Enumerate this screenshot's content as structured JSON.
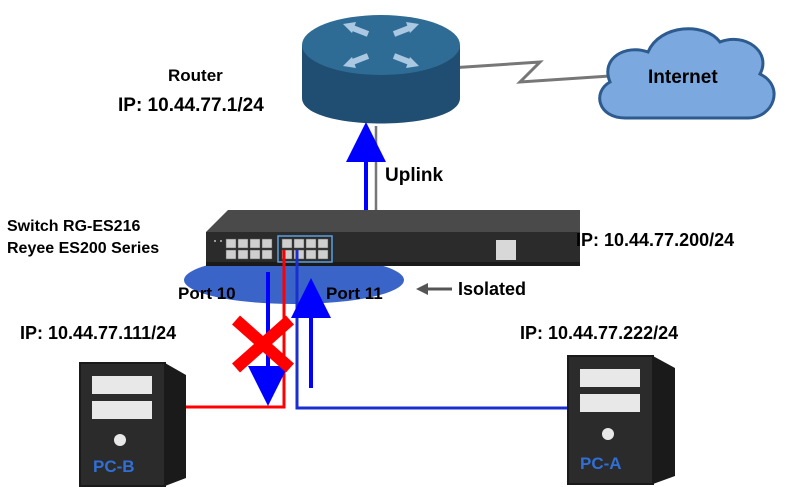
{
  "router": {
    "title": "Router",
    "ip": "IP: 10.44.77.1/24"
  },
  "internet": {
    "label": "Internet"
  },
  "uplink": {
    "label": "Uplink"
  },
  "switch": {
    "model": "Switch RG-ES216",
    "series": "Reyee ES200 Series",
    "ip": "IP: 10.44.77.200/24"
  },
  "ports": {
    "port10": "Port 10",
    "port11": "Port 11",
    "isolated": "Isolated"
  },
  "pc_b": {
    "name": "PC-B",
    "ip": "IP: 10.44.77.111/24"
  },
  "pc_a": {
    "name": "PC-A",
    "ip": "IP: 10.44.77.222/24"
  },
  "colors": {
    "router_top": "#2f6c95",
    "router_side": "#1f4e72",
    "cloud_fill": "#7aa8df",
    "port_group": "#3b64c8",
    "uplink_arrow": "#0000ff",
    "pc_b_link": "#ff0000",
    "pc_a_link": "#1a2fd0",
    "blocked_mark": "#ff0000",
    "pc_name": "#2f6fd6"
  },
  "icons": {
    "router": "router-icon",
    "cloud": "cloud-icon",
    "switch": "switch-icon",
    "pc": "pc-tower-icon",
    "blocked": "x-mark-icon"
  }
}
